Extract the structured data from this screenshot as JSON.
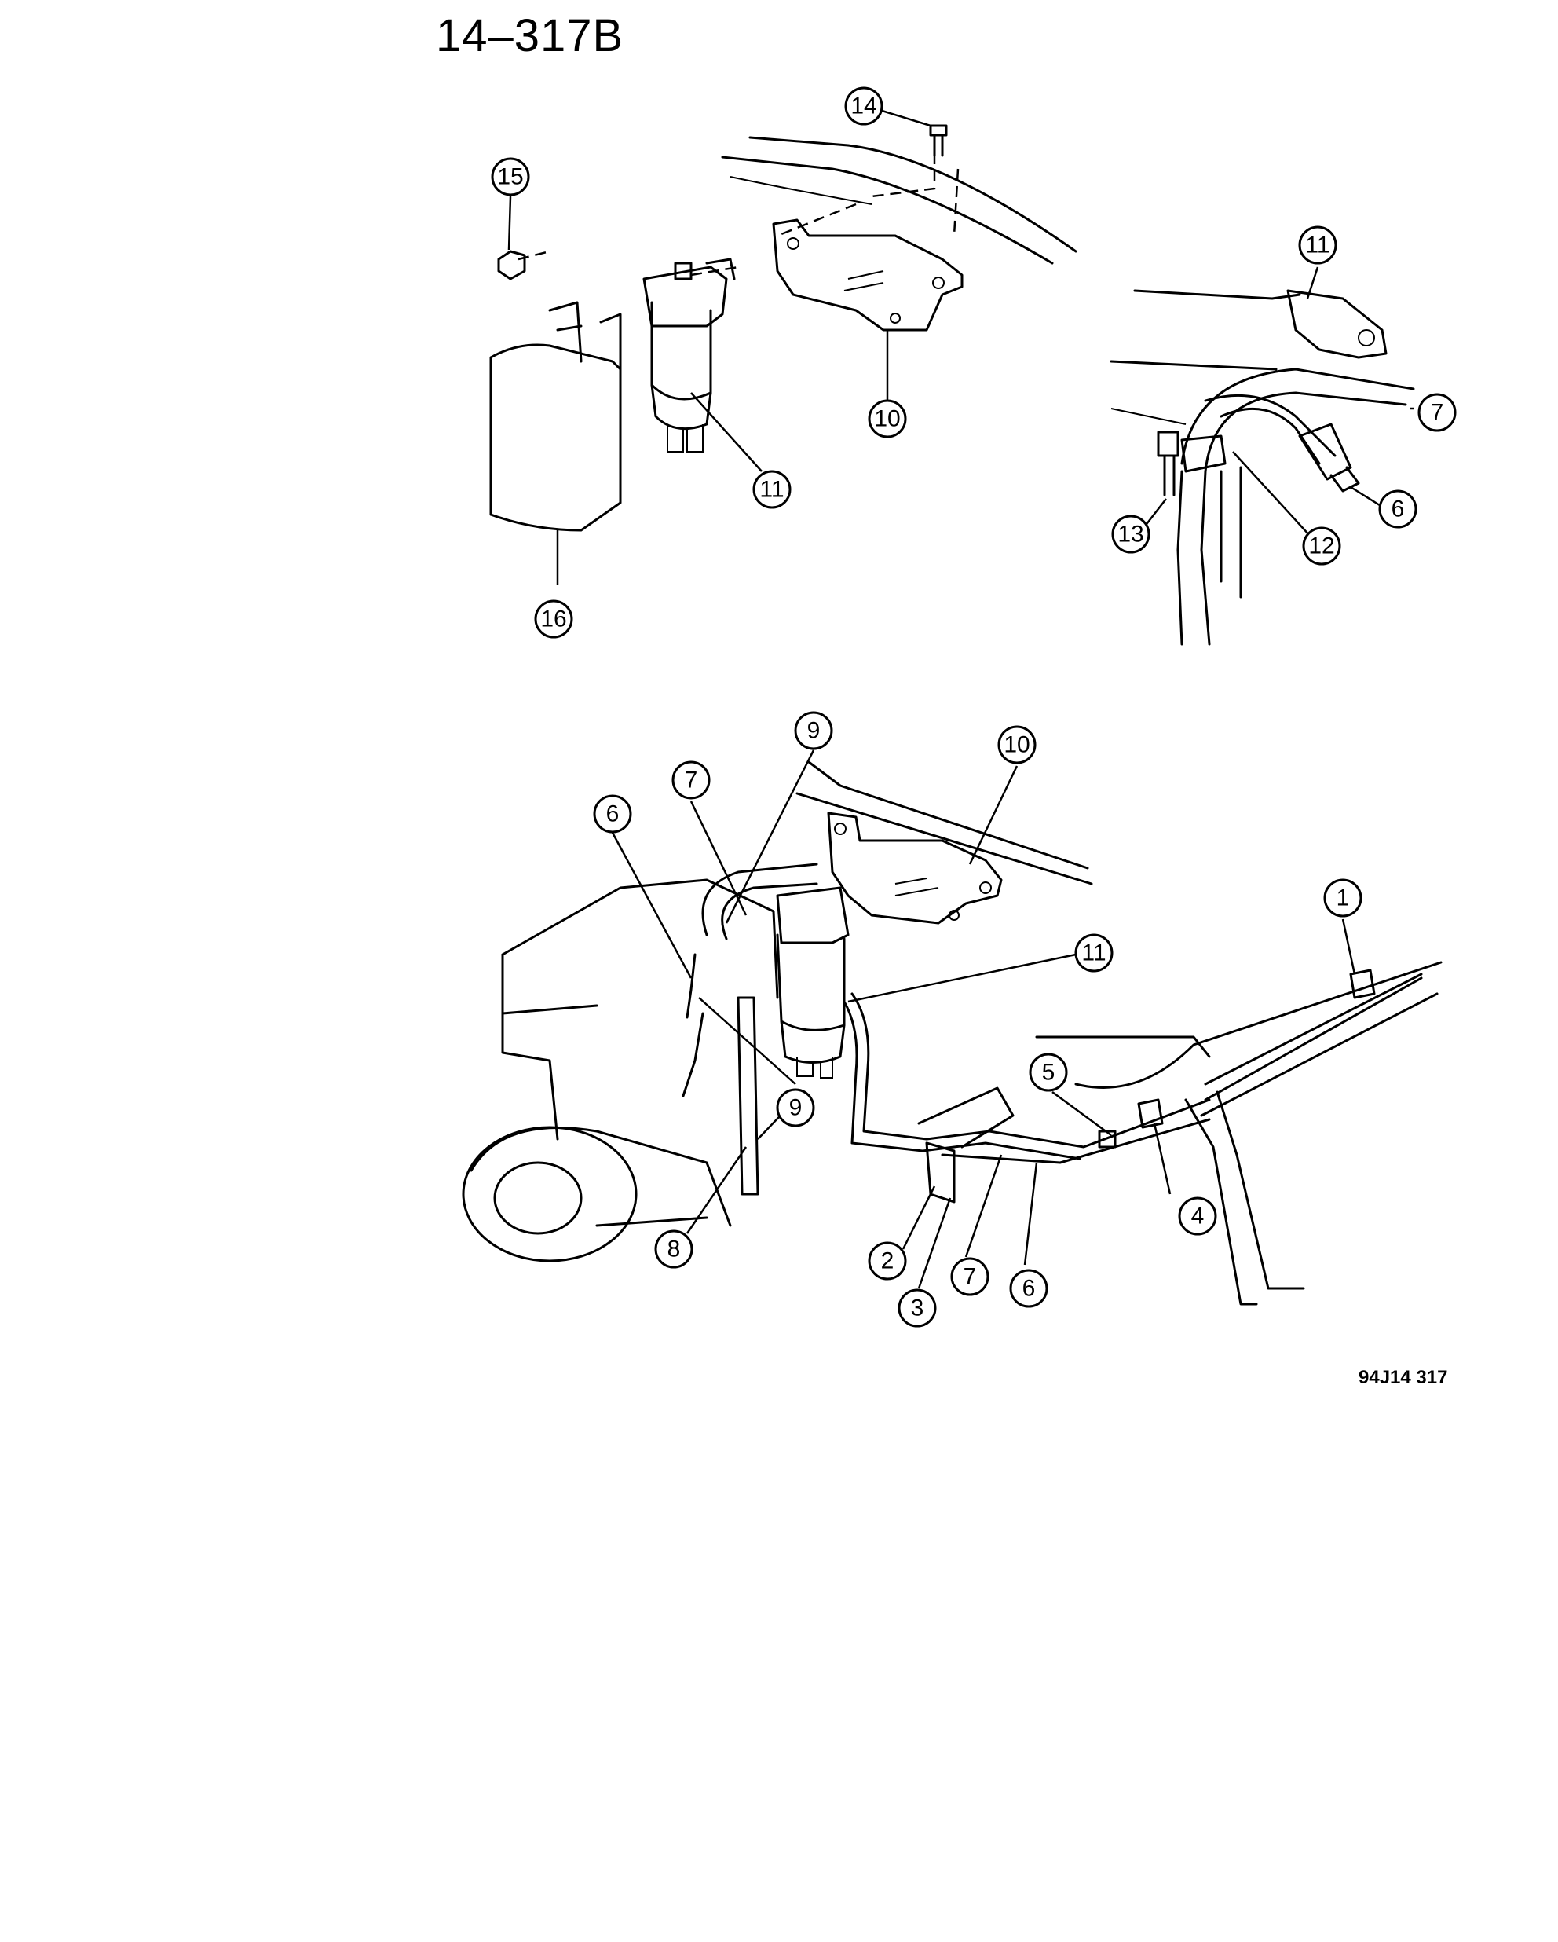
{
  "page_number": "14–317B",
  "figure_code": "94J14  317",
  "callouts": [
    {
      "id": "c14-top",
      "label": "14"
    },
    {
      "id": "c15-top",
      "label": "15"
    },
    {
      "id": "c10-top",
      "label": "10"
    },
    {
      "id": "c11-top",
      "label": "11"
    },
    {
      "id": "c16-top",
      "label": "16"
    },
    {
      "id": "c11-right",
      "label": "11"
    },
    {
      "id": "c7-right",
      "label": "7"
    },
    {
      "id": "c6-right",
      "label": "6"
    },
    {
      "id": "c13-right",
      "label": "13"
    },
    {
      "id": "c12-right",
      "label": "12"
    },
    {
      "id": "c9-bot-a",
      "label": "9"
    },
    {
      "id": "c10-bot",
      "label": "10"
    },
    {
      "id": "c7-bot-a",
      "label": "7"
    },
    {
      "id": "c6-bot-a",
      "label": "6"
    },
    {
      "id": "c1-bot",
      "label": "1"
    },
    {
      "id": "c11-bot",
      "label": "11"
    },
    {
      "id": "c9-bot-b",
      "label": "9"
    },
    {
      "id": "c5-bot",
      "label": "5"
    },
    {
      "id": "c4-bot",
      "label": "4"
    },
    {
      "id": "c8-bot",
      "label": "8"
    },
    {
      "id": "c2-bot",
      "label": "2"
    },
    {
      "id": "c3-bot",
      "label": "3"
    },
    {
      "id": "c7-bot-b",
      "label": "7"
    },
    {
      "id": "c6-bot-b",
      "label": "6"
    }
  ]
}
